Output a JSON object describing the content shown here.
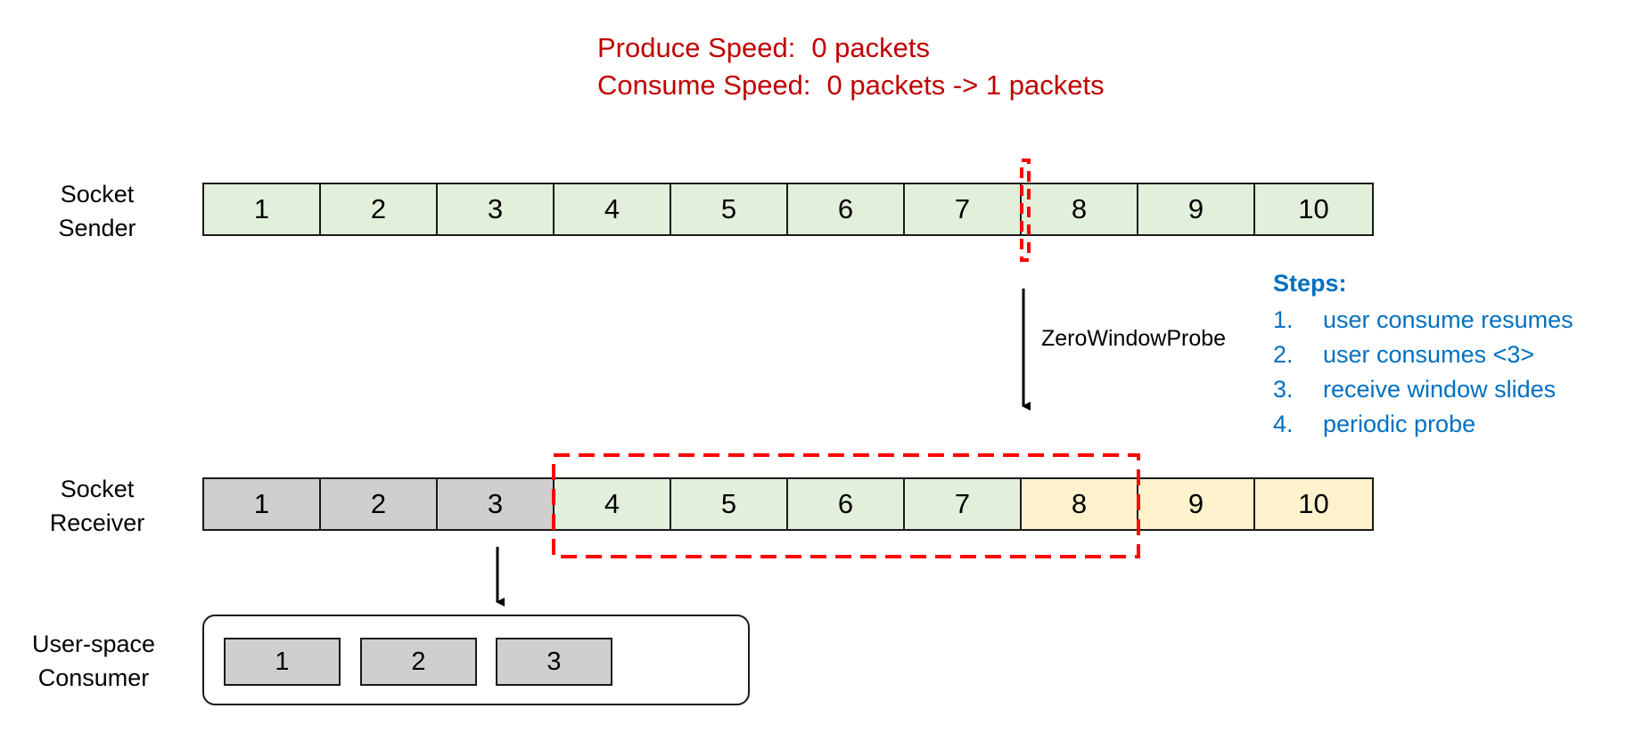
{
  "header": {
    "produce_label": "Produce Speed:",
    "produce_value": "0 packets",
    "consume_label": "Consume Speed:",
    "consume_value": "0 packets -> 1 packets"
  },
  "sender": {
    "label_line1": "Socket",
    "label_line2": "Sender",
    "cells": [
      "1",
      "2",
      "3",
      "4",
      "5",
      "6",
      "7",
      "8",
      "9",
      "10"
    ]
  },
  "receiver": {
    "label_line1": "Socket",
    "label_line2": "Receiver",
    "cells": [
      "1",
      "2",
      "3",
      "4",
      "5",
      "6",
      "7",
      "8",
      "9",
      "10"
    ]
  },
  "consumer": {
    "label_line1": "User-space",
    "label_line2": "Consumer",
    "packets": [
      "1",
      "2",
      "3"
    ]
  },
  "probe": {
    "label": "ZeroWindowProbe"
  },
  "steps": {
    "title": "Steps:",
    "items": [
      {
        "num": "1.",
        "text": "user consume resumes"
      },
      {
        "num": "2.",
        "text": "user consumes <3>"
      },
      {
        "num": "3.",
        "text": "receive window slides"
      },
      {
        "num": "4.",
        "text": "periodic probe"
      }
    ]
  },
  "colors": {
    "header_text": "#c00000",
    "steps_text": "#0070c0",
    "in_window": "#e2efda",
    "consumed": "#d0cece",
    "pending": "#fff2cc",
    "window_outline": "#ff0000"
  }
}
